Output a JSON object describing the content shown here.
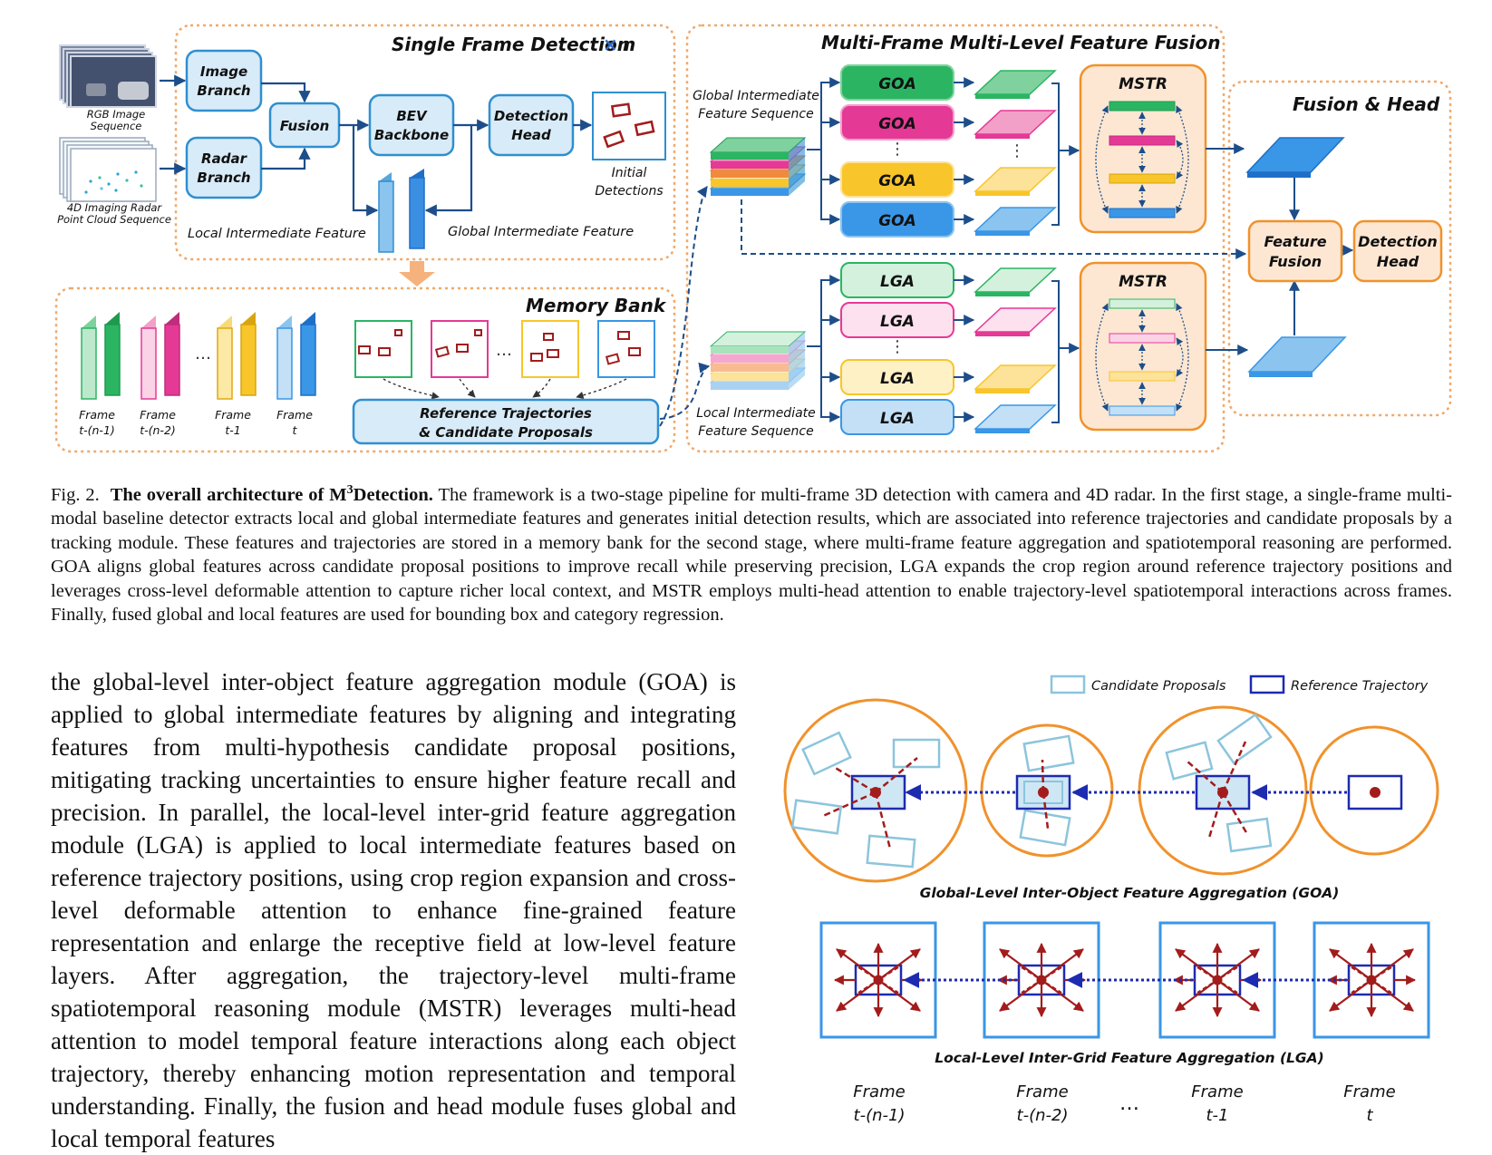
{
  "colors": {
    "dotted_border": "#f0a96a",
    "light_blue_fill": "#d8ebf8",
    "blue_stroke": "#2f8fd0",
    "orange": "#f0922c",
    "orange_fill": "#fde7d2",
    "dark_red": "#a31c1c",
    "navy": "#1c2bb0",
    "light_blue": "#8cc5dc",
    "green": "#2bb563",
    "pink": "#e53996",
    "yellow": "#f8c52a",
    "blue": "#3a96e6"
  },
  "fig": {
    "sfd_title": "Single Frame Detection",
    "sfd_times": "×",
    "sfd_n": "n",
    "rgb_label_1": "RGB Image",
    "rgb_label_2": "Sequence",
    "radar_label_1": "4D Imaging Radar",
    "radar_label_2": "Point Cloud Sequence",
    "image_branch_1": "Image",
    "image_branch_2": "Branch",
    "radar_branch_1": "Radar",
    "radar_branch_2": "Branch",
    "fusion": "Fusion",
    "bev_1": "BEV",
    "bev_2": "Backbone",
    "det_head_1": "Detection",
    "det_head_2": "Head",
    "initial_1": "Initial",
    "initial_2": "Detections",
    "local_feat": "Local Intermediate Feature",
    "global_feat": "Global Intermediate Feature",
    "memory_bank": "Memory Bank",
    "frames": [
      {
        "l1": "Frame",
        "l2": "t-(n-1)"
      },
      {
        "l1": "Frame",
        "l2": "t-(n-2)"
      },
      {
        "l1": "Frame",
        "l2": "t-1"
      },
      {
        "l1": "Frame",
        "l2": "t"
      }
    ],
    "ellipsis": "…",
    "ref_traj_1": "Reference Trajectories",
    "ref_traj_2": "& Candidate Proposals",
    "mfml_title": "Multi-Frame Multi-Level Feature Fusion",
    "gifs_1": "Global Intermediate",
    "gifs_2": "Feature Sequence",
    "lifs_1": "Local Intermediate",
    "lifs_2": "Feature Sequence",
    "goa": "GOA",
    "lga": "LGA",
    "vdots": "⋮",
    "mstr": "MSTR",
    "fusion_head_title": "Fusion & Head",
    "feature_fusion_1": "Feature",
    "feature_fusion_2": "Fusion",
    "fh_det_1": "Detection",
    "fh_det_2": "Head"
  },
  "caption": {
    "fig_label": "Fig. 2.",
    "bold_title_pre": "The overall architecture of M",
    "bold_title_sup": "3",
    "bold_title_post": "Detection.",
    "text": "The framework is a two-stage pipeline for multi-frame 3D detection with camera and 4D radar. In the first stage, a single-frame multi-modal baseline detector extracts local and global intermediate features and generates initial detection results, which are associated into reference trajectories and candidate proposals by a tracking module. These features and trajectories are stored in a memory bank for the second stage, where multi-frame feature aggregation and spatiotemporal reasoning are performed. GOA aligns global features across candidate proposal positions to improve recall while preserving precision, LGA expands the crop region around reference trajectory positions and leverages cross-level deformable attention to capture richer local context, and MSTR employs multi-head attention to enable trajectory-level spatiotemporal interactions across frames. Finally, fused global and local features are used for bounding box and category regression."
  },
  "body": {
    "paragraph": "the global-level inter-object feature aggregation module (GOA) is applied to global intermediate features by aligning and integrating features from multi-hypothesis candidate proposal positions, mitigating tracking uncertainties to ensure higher feature recall and precision. In parallel, the local-level inter-grid feature aggregation module (LGA) is applied to local intermediate features based on reference trajectory positions, using crop region expansion and cross-level deformable attention to enhance fine-grained feature representation and enlarge the receptive field at low-level feature layers. After aggregation, the trajectory-level multi-frame spatiotemporal reasoning module (MSTR) leverages multi-head attention to model temporal feature interactions along each object trajectory, thereby enhancing motion representation and temporal understanding. Finally, the fusion and head module fuses global and local temporal features"
  },
  "fig2": {
    "legend_candidate": "Candidate Proposals",
    "legend_reference": "Reference Trajectory",
    "goa_title": "Global-Level Inter-Object Feature Aggregation  (GOA)",
    "lga_title": "Local-Level Inter-Grid Feature Aggregation  (LGA)",
    "frames": [
      {
        "l1": "Frame",
        "l2": "t-(n-1)"
      },
      {
        "l1": "Frame",
        "l2": "t-(n-2)"
      },
      {
        "l1": "Frame",
        "l2": "t-1"
      },
      {
        "l1": "Frame",
        "l2": "t"
      }
    ],
    "ellipsis": "…"
  }
}
